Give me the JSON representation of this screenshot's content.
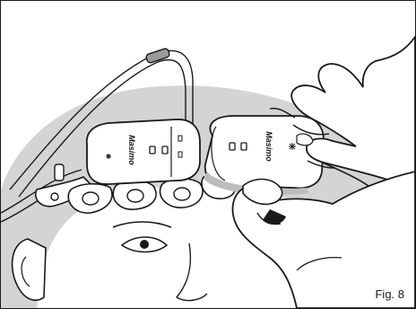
{
  "figure": {
    "label": "Fig. 8"
  },
  "devices": {
    "mounted_logo": "Masimo",
    "handheld_logo": "Masimo"
  },
  "colors": {
    "background": "#ffffff",
    "outline": "#1a1a1a",
    "head_fill": "#d4d4d4",
    "skin_fill": "#ffffff",
    "shadow_fill": "#bdbdbd"
  },
  "icons": {
    "mounted_device_indicator": "sparkle-icon",
    "handheld_device_indicator": "sparkle-icon"
  }
}
